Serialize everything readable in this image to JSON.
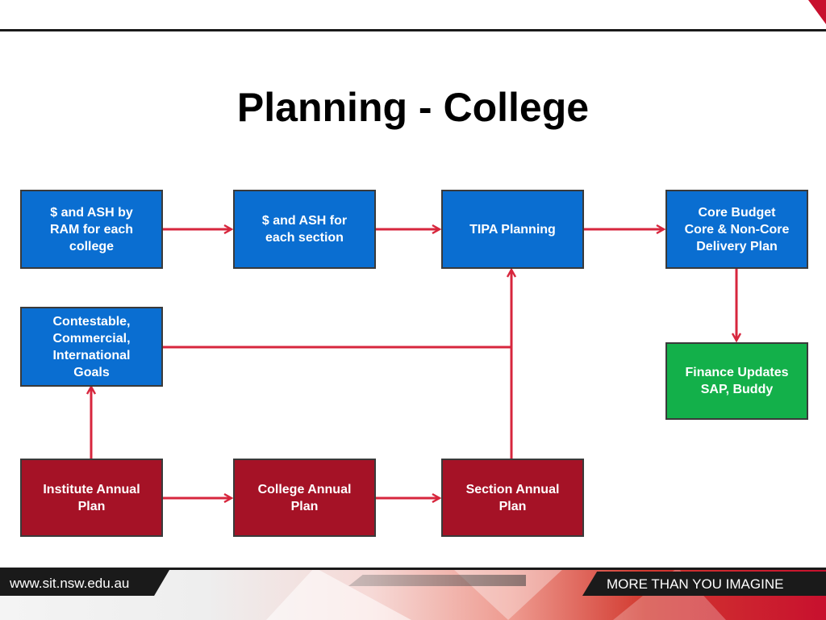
{
  "title": "Planning - College",
  "boxes": {
    "ash_by_ram": "$ and ASH by\nRAM for each\ncollege",
    "ash_section": "$ and ASH  for\neach section",
    "tipa": "TIPA Planning",
    "core_budget": "Core Budget\nCore & Non-Core\nDelivery Plan",
    "contestable": "Contestable,\nCommercial,\nInternational\nGoals",
    "finance": "Finance Updates\nSAP, Buddy",
    "institute_plan": "Institute  Annual\nPlan",
    "college_plan": "College  Annual\nPlan",
    "section_plan": "Section  Annual\nPlan"
  },
  "colors": {
    "box_blue": "#0a6ed1",
    "box_red": "#a51226",
    "box_green": "#13b04a",
    "arrow": "#d7263d"
  },
  "footer": {
    "url": "www.sit.nsw.edu.au",
    "tagline": "MORE THAN YOU IMAGINE"
  }
}
